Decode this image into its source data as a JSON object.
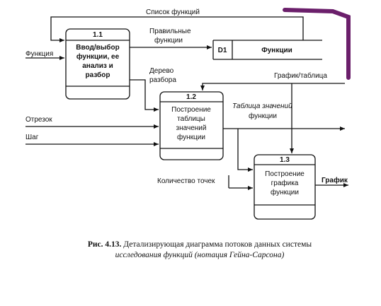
{
  "processes": [
    {
      "id": "1.1",
      "lines": [
        "Ввод/выбор",
        "функции, ее",
        "анализ и",
        "разбор"
      ]
    },
    {
      "id": "1.2",
      "lines": [
        "Построение",
        "таблицы",
        "значений",
        "функции"
      ]
    },
    {
      "id": "1.3",
      "lines": [
        "Построение",
        "графика",
        "функции"
      ]
    }
  ],
  "store": {
    "id": "D1",
    "name": "Функции"
  },
  "flows": {
    "function_list": "Список функций",
    "function": "Функция",
    "correct_functions": [
      "Правильные",
      "функции"
    ],
    "parse_tree": [
      "Дерево",
      "разбора"
    ],
    "graph_table": "График/таблица",
    "value_table": [
      "Таблица значений",
      "функции"
    ],
    "segment": "Отрезок",
    "step": "Шаг",
    "point_count": "Количество точек",
    "graph": "График"
  },
  "caption": {
    "label": "Рис. 4.13.",
    "text": "Детализирующая диаграмма потоков данных системы",
    "line2": "исследования функций (нотация Гейна-Сарсона)"
  },
  "colors": {
    "accent_stroke": "#6b1f6b"
  }
}
